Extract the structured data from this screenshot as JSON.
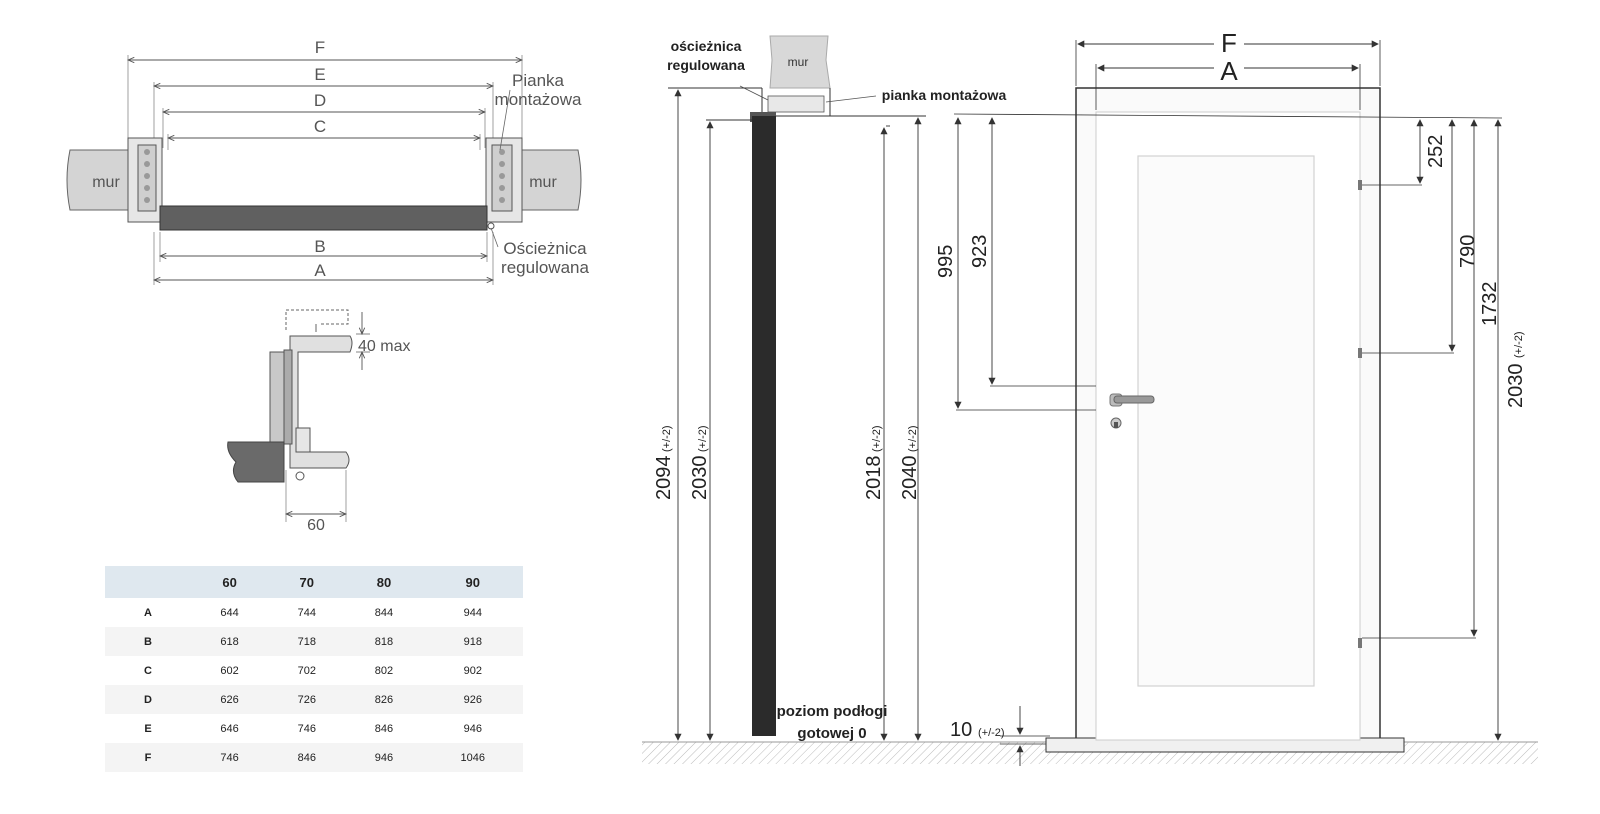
{
  "top_section": {
    "labels": {
      "F": "F",
      "E": "E",
      "D": "D",
      "C": "C",
      "B": "B",
      "A": "A",
      "mur_left": "mur",
      "mur_right": "mur",
      "pianka_line1": "Pianka",
      "pianka_line2": "montażowa",
      "oscieznica_line1": "Ościeżnica",
      "oscieznica_line2": "regulowana"
    }
  },
  "detail_section": {
    "max_label": "40 max",
    "width_label": "60"
  },
  "table": {
    "headers": [
      "",
      "60",
      "70",
      "80",
      "90"
    ],
    "rows": [
      {
        "label": "A",
        "values": [
          "644",
          "744",
          "844",
          "944"
        ]
      },
      {
        "label": "B",
        "values": [
          "618",
          "718",
          "818",
          "918"
        ]
      },
      {
        "label": "C",
        "values": [
          "602",
          "702",
          "802",
          "902"
        ]
      },
      {
        "label": "D",
        "values": [
          "626",
          "726",
          "826",
          "926"
        ]
      },
      {
        "label": "E",
        "values": [
          "646",
          "746",
          "846",
          "946"
        ]
      },
      {
        "label": "F",
        "values": [
          "746",
          "846",
          "946",
          "1046"
        ]
      }
    ]
  },
  "side_view": {
    "oscieznica_line1": "ościeżnica",
    "oscieznica_line2": "regulowana",
    "mur": "mur",
    "pianka": "pianka montażowa",
    "d2094": "2094",
    "d2030": "2030",
    "d2018": "2018",
    "d2040": "2040",
    "tol": "(+/-2)",
    "floor_line1": "poziom podłogi",
    "floor_line2": "gotowej 0",
    "d10": "10",
    "tol10": "(+/-2)"
  },
  "door_view": {
    "F": "F",
    "A": "A",
    "d995": "995",
    "d923": "923",
    "d252": "252",
    "d790": "790",
    "d1732": "1732",
    "d2030": "2030",
    "tol": "(+/-2)"
  }
}
